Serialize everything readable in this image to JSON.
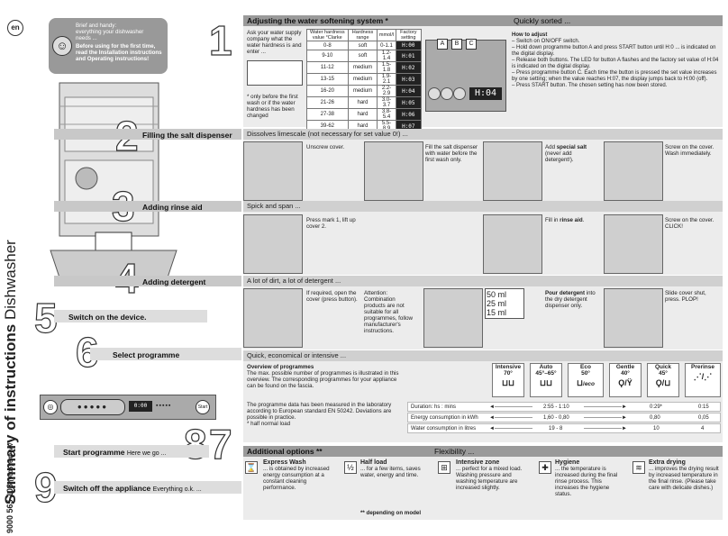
{
  "sidebar": {
    "lang": "en",
    "vertical_title_bold": "Summary of instructions",
    "vertical_title_light": "Dishwasher",
    "doc_number": "9000 565 108",
    "doc_code": "(9005) 640 MV",
    "brief_lines": [
      "Brief and handy:",
      "everything your dishwasher",
      "needs ..."
    ],
    "brief_bold": "Before using for the first time, read the Installation instructions and Operating instructions!"
  },
  "steps": {
    "s1": "1",
    "s2": "2",
    "s3": "3",
    "s4": "4",
    "s5": "5",
    "s6": "6",
    "s7": "7",
    "s8": "8",
    "s9": "9",
    "filling_salt": "Filling the salt dispenser",
    "adding_rinse": "Adding rinse aid",
    "adding_detergent": "Adding detergent",
    "switch_on": "Switch on the device.",
    "select_programme": "Select programme",
    "start_programme": "Start programme",
    "start_sub": "Here we go ...",
    "switch_off": "Switch off the appliance",
    "switch_off_sub": "Everything o.k. ..."
  },
  "water": {
    "title": "Adjusting the water softening system *",
    "right": "Quickly sorted ...",
    "ask": "Ask your water supply company what the water hardness is and enter ...",
    "note": "* only before the first wash or if the water hardness has been changed",
    "headers": [
      "Water hardness value °Clarke",
      "Hardness range",
      "mmol/l",
      "Factory setting"
    ],
    "rows": [
      [
        "0-8",
        "soft",
        "0-1.1",
        "H:00"
      ],
      [
        "9-10",
        "soft",
        "1.2-1.4",
        "H:01"
      ],
      [
        "11-12",
        "medium",
        "1.5-1.8",
        "H:02"
      ],
      [
        "13-15",
        "medium",
        "1.9-2.1",
        "H:03"
      ],
      [
        "16-20",
        "medium",
        "2.2-2.9",
        "H:04"
      ],
      [
        "21-26",
        "hard",
        "3.0-3.7",
        "H:05"
      ],
      [
        "27-38",
        "hard",
        "3.8-5.4",
        "H:06"
      ],
      [
        "39-62",
        "hard",
        "5.5-8.9",
        "H:07"
      ]
    ],
    "btnA": "A",
    "btnB": "B",
    "btnC": "C",
    "display": "H:04",
    "how_title": "How to adjust",
    "how": [
      "– Switch on ON/OFF switch.",
      "– Hold down programme button A and press START button until H:0 ... is indicated on the digital display.",
      "– Release both buttons. The LED for button A flashes and the factory set value of H:04 is indicated on the digital display.",
      "– Press programme button C. Each time the button is pressed the set value increases by one setting; when the value reaches H:07, the display jumps back to H:00 (off).",
      "– Press START button. The chosen setting has now been stored."
    ]
  },
  "salt": {
    "sub": "Dissolves limescale (not necessary for set value 0!) ...",
    "t1": "Unscrew cover.",
    "t2": "Fill the salt dispenser with water before the first wash only.",
    "t3a": "Add ",
    "t3b": "special salt",
    "t3c": " (never add detergent!).",
    "t4": "Screw on the cover. Wash immediately."
  },
  "rinse": {
    "sub": "Spick and span ...",
    "t1": "Press mark 1, lift up cover 2.",
    "t2a": "Fill in ",
    "t2b": "rinse aid",
    "t2c": ".",
    "t3": "Screw on the cover. CLICK!"
  },
  "detergent": {
    "sub": "A lot of dirt, a lot of detergent ...",
    "t1": "If required, open the cover (press button).",
    "t2a": "Attention:",
    "t2b": "Combination products are not suitable for all programmes, follow manufacturer's instructions.",
    "m1": "50 ml",
    "m2": "25 ml",
    "m3": "15 ml",
    "t3a": "Pour detergent",
    "t3b": " into the dry detergent dispenser only.",
    "t4": "Slide cover shut, press. PLOP!"
  },
  "programme": {
    "sub": "Quick, economical or intensive ...",
    "overview_title": "Overview of programmes",
    "overview_text": "The max. possible number of programmes is illustrated in this overview. The corresponding programmes for your appliance can be found on the fascia.",
    "measure_text": "The programme data has been measured in the laboratory according to European standard EN 50242. Deviations are possible in practice.",
    "half_note": "* half normal load",
    "progs": [
      {
        "name": "Intensive",
        "temp": "70°"
      },
      {
        "name": "Auto",
        "temp": "45°–65°"
      },
      {
        "name": "Eco",
        "temp": "50°"
      },
      {
        "name": "Gentle",
        "temp": "40°"
      },
      {
        "name": "Quick",
        "temp": "45°"
      },
      {
        "name": "Prerinse",
        "temp": ""
      }
    ],
    "eco_label": "eco",
    "rows": [
      {
        "label": "Duration: hs : mins",
        "v1": "2:55 - 1:10",
        "v2": "0:29*",
        "v3": "0:15"
      },
      {
        "label": "Energy consumption in kWh",
        "v1": "1,60 - 0,80",
        "v2": "0,80",
        "v3": "0,05"
      },
      {
        "label": "Water consumption in litres",
        "v1": "19 - 8",
        "v2": "10",
        "v3": "4"
      }
    ]
  },
  "options": {
    "title": "Additional options **",
    "right": "Flexibility ...",
    "items": [
      {
        "title": "Express Wash",
        "text": "... is obtained by increased energy consumption at a constant cleaning performance."
      },
      {
        "title": "Half load",
        "text": "... for a few items, saves water, energy and time."
      },
      {
        "title": "Intensive zone",
        "text": "... perfect for a mixed load. Washing pressure and washing temperature are increased slightly."
      },
      {
        "title": "Hygiene",
        "text": "... the temperature is increased during the final rinse process. This increases the hygiene status."
      },
      {
        "title": "Extra drying",
        "text": "... improves the drying result by increased temperature in the final rinse. (Please take care with delicate dishes.)"
      }
    ],
    "note": "** depending on model"
  },
  "fascia": {
    "start": "Start",
    "display": "0:00"
  }
}
